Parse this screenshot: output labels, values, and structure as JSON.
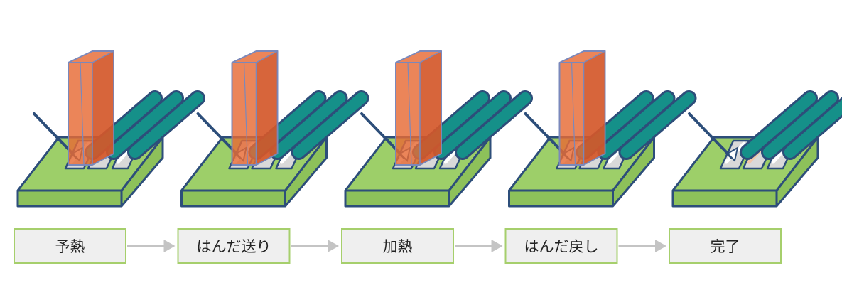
{
  "steps": [
    {
      "label": "予熱",
      "tool": true,
      "iron": true
    },
    {
      "label": "はんだ送り",
      "tool": true,
      "iron": true
    },
    {
      "label": "加熱",
      "tool": true,
      "iron": true
    },
    {
      "label": "はんだ戻し",
      "tool": true,
      "iron": true
    },
    {
      "label": "完了",
      "tool": true,
      "iron": false
    }
  ],
  "colors": {
    "board_top": "#9dcf69",
    "board_side": "#8dc15a",
    "outline": "#2d4e7a",
    "cable": "#159089",
    "pad": "#d9d9d9",
    "iron_fill": "#e66a34",
    "iron_stroke": "#7a88bb",
    "label_box_fill": "#efefef",
    "label_box_stroke": "#a6cf6c",
    "arrow": "#c4c4c4"
  }
}
